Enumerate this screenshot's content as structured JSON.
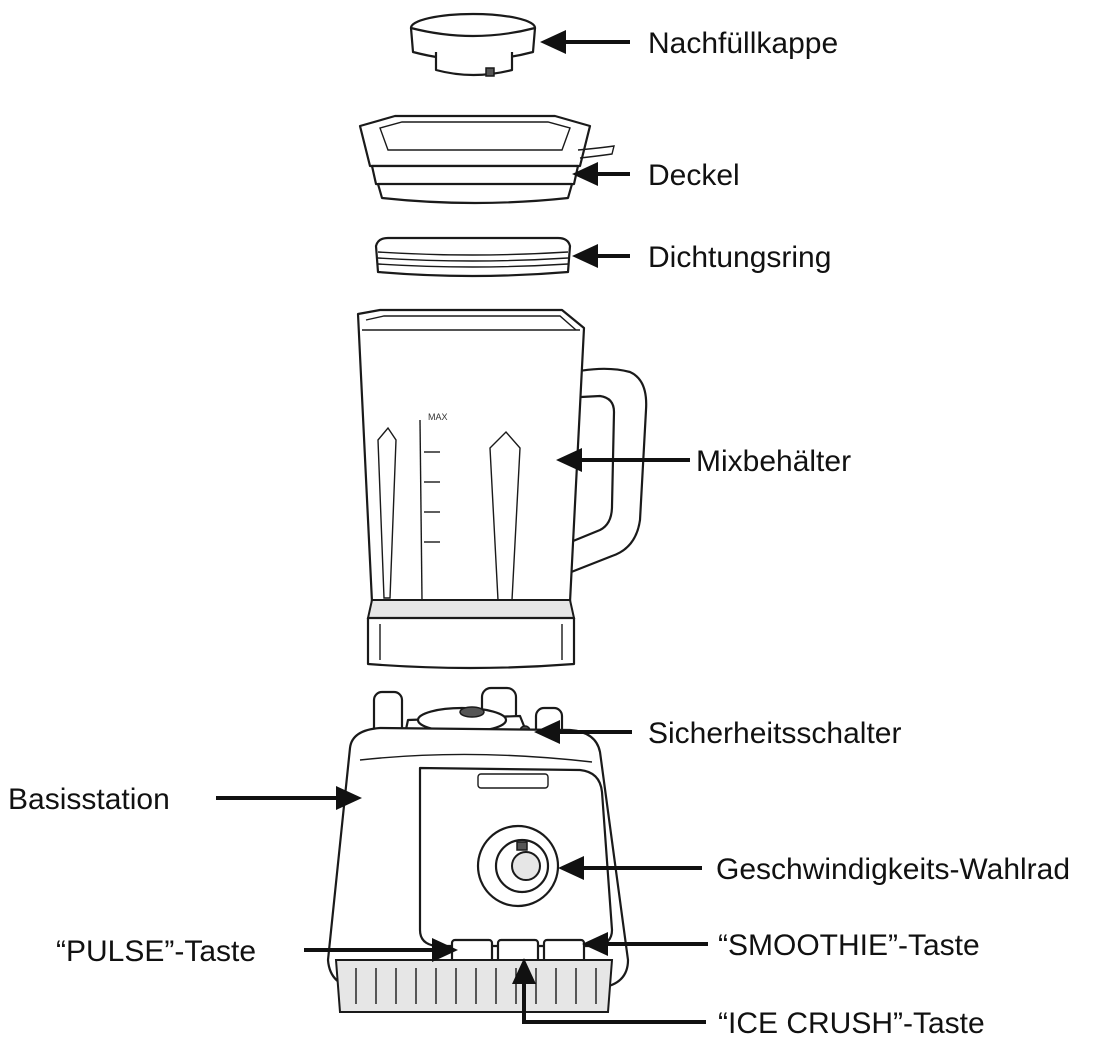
{
  "labels": {
    "refill_cap": "Nachfüllkappe",
    "lid": "Deckel",
    "seal_ring": "Dichtungsring",
    "jar": "Mixbehälter",
    "safety_switch": "Sicherheitsschalter",
    "base": "Basisstation",
    "speed_dial": "Geschwindigkeits-Wahlrad",
    "pulse_button": "“PULSE”-Taste",
    "smoothie_button": "“SMOOTHIE”-Taste",
    "ice_crush_button": "“ICE CRUSH”-Taste"
  },
  "jar_scale": {
    "max_mark": "MAX"
  },
  "colors": {
    "line": "#1a1a1a",
    "text": "#111111",
    "background": "#ffffff"
  }
}
